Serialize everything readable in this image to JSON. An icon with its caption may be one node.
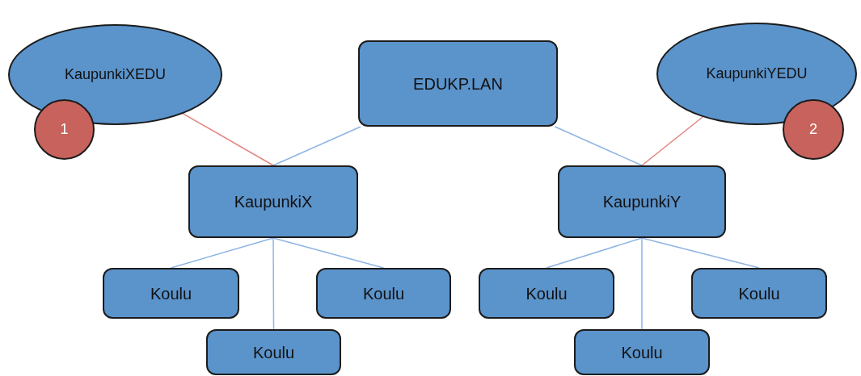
{
  "diagram": {
    "nodes": [
      {
        "text": [
          "KaupunkiXEDU"
        ]
      },
      {
        "text": [
          "1"
        ]
      },
      {
        "text": [
          "EDUKP.LAN"
        ]
      },
      {
        "text": [
          "KaupunkiYEDU"
        ]
      },
      {
        "text": [
          "2"
        ]
      },
      {
        "text": [
          "KaupunkiX"
        ]
      },
      {
        "text": [
          "KaupunkiY"
        ]
      },
      {
        "text": [
          "Koulu"
        ]
      },
      {
        "text": [
          "Koulu"
        ]
      },
      {
        "text": [
          "Koulu"
        ]
      },
      {
        "text": [
          "Koulu"
        ]
      },
      {
        "text": [
          "Koulu"
        ]
      },
      {
        "text": [
          "Koulu"
        ]
      }
    ],
    "edges": [
      {
        "from": 0,
        "to": 5,
        "arrow": "none",
        "color": "#e3837e"
      },
      {
        "from": 2,
        "to": 5,
        "arrow": "none"
      },
      {
        "from": 2,
        "to": 6,
        "arrow": "none"
      },
      {
        "from": 3,
        "to": 6,
        "arrow": "none",
        "color": "#e3837e"
      },
      {
        "from": 5,
        "to": 7,
        "arrow": "none"
      },
      {
        "from": 5,
        "to": 8,
        "arrow": "none"
      },
      {
        "from": 5,
        "to": 9,
        "arrow": "none"
      },
      {
        "from": 6,
        "to": 10,
        "arrow": "none"
      },
      {
        "from": 6,
        "to": 11,
        "arrow": "none"
      },
      {
        "from": 6,
        "to": 12,
        "arrow": "none"
      }
    ]
  }
}
